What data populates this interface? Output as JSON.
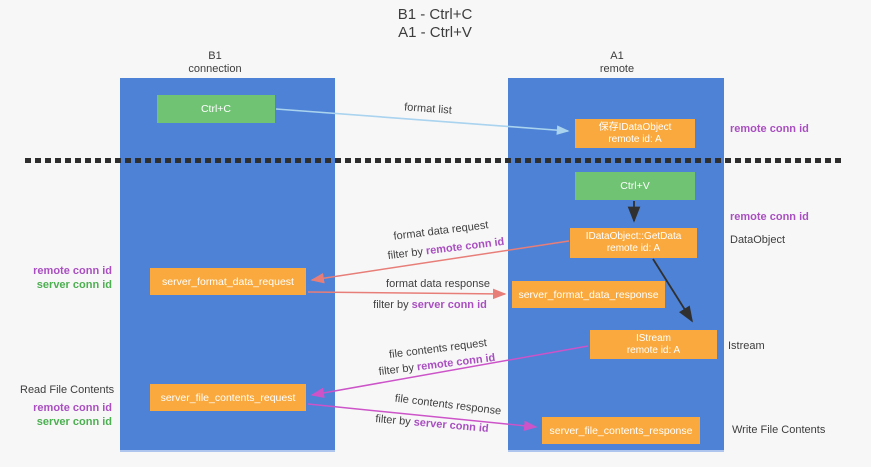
{
  "colors": {
    "background": "#f7f7f8",
    "column_blue": "#4d82d6",
    "box_green": "#71c374",
    "box_orange": "#f9a93d",
    "label_purple": "#a94fc0",
    "label_green": "#4caf50",
    "arrow_salmon": "#e87e78",
    "arrow_magenta": "#cc54c8",
    "arrow_lightblue": "#a9d3ee",
    "arrow_black": "#303030",
    "dashed_line": "#2e2e2e",
    "text_dark": "#3d3d3d"
  },
  "title": {
    "line1": "B1 - Ctrl+C",
    "line2": "A1 - Ctrl+V"
  },
  "lifelines": {
    "left": {
      "name": "B1",
      "role": "connection"
    },
    "right": {
      "name": "A1",
      "role": "remote"
    }
  },
  "nodes": {
    "ctrl_c": {
      "label": "Ctrl+C"
    },
    "save_dataobject": {
      "line1": "保存IDataObject",
      "line2": "remote id: A"
    },
    "ctrl_v": {
      "label": "Ctrl+V"
    },
    "getdata": {
      "line1": "IDataObject::GetData",
      "line2": "remote id: A"
    },
    "server_format_data_request": {
      "label": "server_format_data_request"
    },
    "server_format_data_response": {
      "label": "server_format_data_response"
    },
    "istream": {
      "line1": "IStream",
      "line2": "remote id: A"
    },
    "server_file_contents_request": {
      "label": "server_file_contents_request"
    },
    "server_file_contents_response": {
      "label": "server_file_contents_response"
    }
  },
  "edge_labels": {
    "format_list": "format list",
    "format_data_request": "format data request",
    "format_data_response": "format data response",
    "file_contents_request": "file contents request",
    "file_contents_response": "file contents response",
    "filter_by": "filter by ",
    "remote_conn_id": "remote conn id",
    "server_conn_id": "server conn id"
  },
  "side_labels": {
    "right_remote_conn_id_top": "remote conn id",
    "right_remote_conn_id_mid": "remote conn id",
    "dataobject": "DataObject",
    "istream": "Istream",
    "write_file_contents": "Write File Contents",
    "left_remote_conn_id_top": "remote conn id",
    "left_server_conn_id_top": "server conn id",
    "read_file_contents": "Read File Contents",
    "left_remote_conn_id_bottom": "remote conn id",
    "left_server_conn_id_bottom": "server conn id"
  }
}
